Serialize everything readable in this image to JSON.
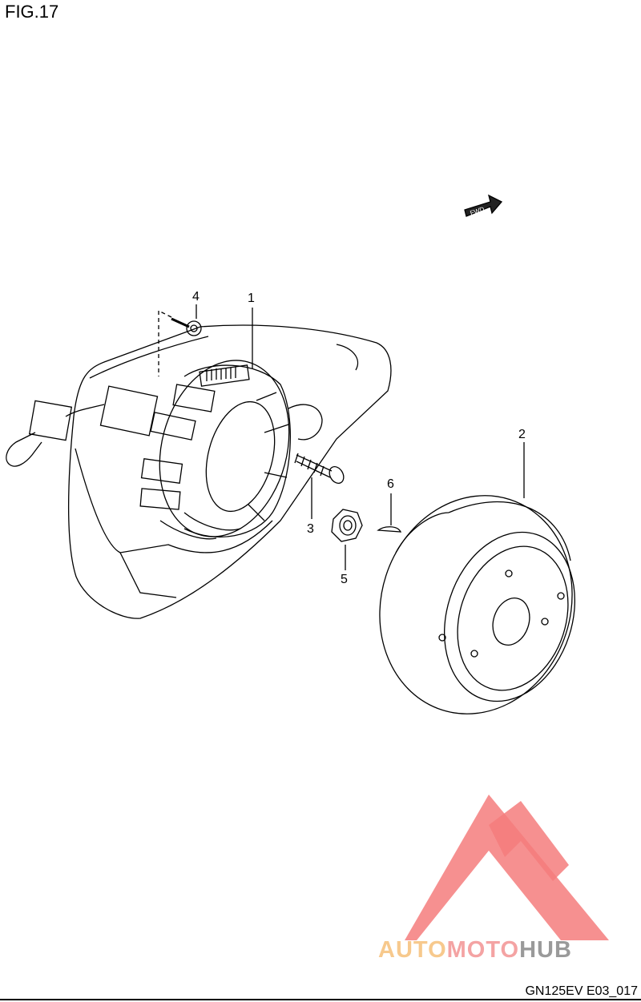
{
  "figure": {
    "title": "FIG.17",
    "ref_code": "GN125EV E03_017"
  },
  "direction_tag": {
    "text": "FWD",
    "icon": "fwd-arrow-icon"
  },
  "callouts": [
    {
      "no": "1"
    },
    {
      "no": "2"
    },
    {
      "no": "3"
    },
    {
      "no": "4"
    },
    {
      "no": "5"
    },
    {
      "no": "6"
    }
  ],
  "watermark": {
    "part1": "AUTO",
    "part2": "MOTO",
    "part3": "HUB",
    "colors": {
      "auto": "#f7c98d",
      "moto": "#f4a3a3",
      "hub": "#9a9a9a",
      "logo": "#f47c7c"
    }
  }
}
